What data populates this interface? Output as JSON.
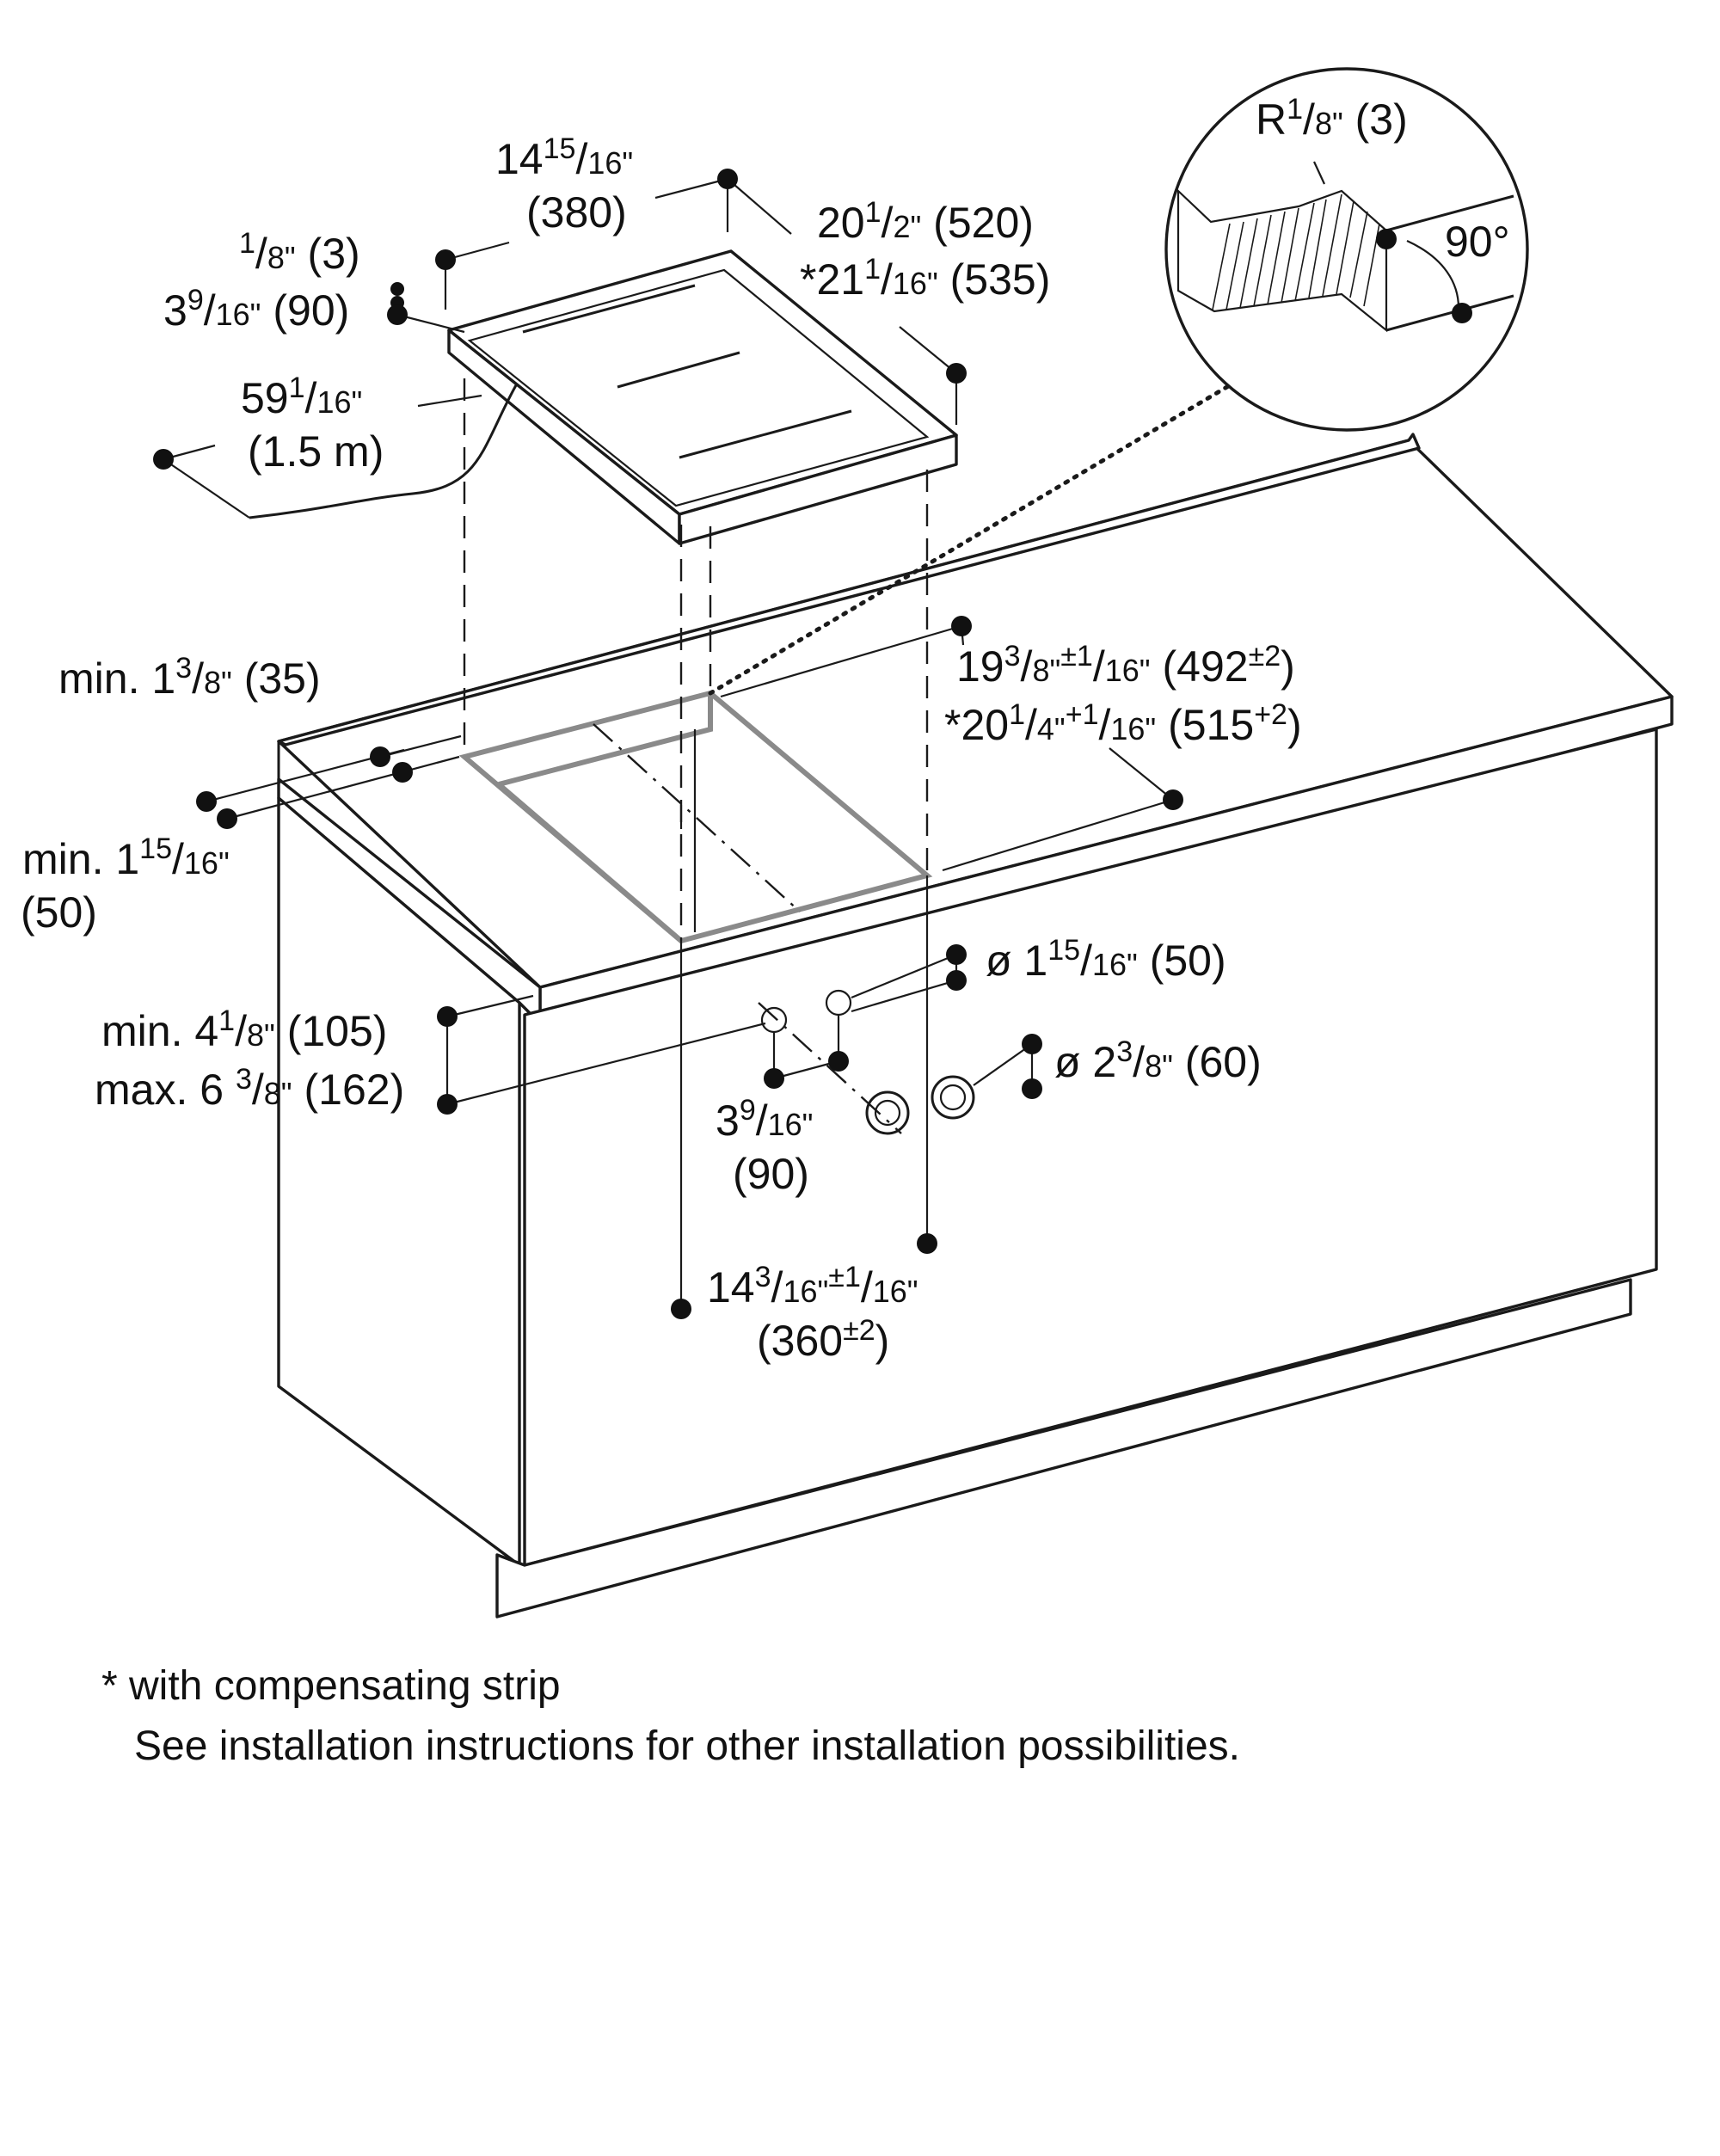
{
  "dimensions": {
    "width_top": {
      "whole": "14",
      "num": "15",
      "den": "16\"",
      "metric": "(380)"
    },
    "depth_top": {
      "whole": "20",
      "num": "1",
      "den": "2\"",
      "metric": "(520)"
    },
    "depth_top_strip": {
      "whole": "*21",
      "num": "1",
      "den": "16\"",
      "metric": "(535)"
    },
    "thickness_frame": {
      "num": "1",
      "den": "8\"",
      "metric": "(3)"
    },
    "height_appliance": {
      "whole": "3",
      "num": "9",
      "den": "16\"",
      "metric": "(90)"
    },
    "cable_length": {
      "whole": "59",
      "num": "1",
      "den": "16\"",
      "metric": "(1.5 m)"
    },
    "radius_detail": {
      "prefix": "R",
      "num": "1",
      "den": "8\"",
      "metric": "(3)"
    },
    "angle_detail": "90°",
    "min_back": {
      "prefix": "min. 1",
      "num": "3",
      "den": "8\"",
      "metric": "(35)"
    },
    "min_front": {
      "prefix": "min. 1",
      "num": "15",
      "den": "16\"",
      "metric": "(50)"
    },
    "cutout_depth": {
      "whole": "19",
      "num": "3",
      "den": "8\"",
      "tol": "±1",
      "tol_den": "16\"",
      "metric": "(492",
      "metric_tol": "±2",
      "metric_end": ")"
    },
    "cutout_depth_strip": {
      "whole": "*20",
      "num": "1",
      "den": "4\"",
      "tol": "+1",
      "tol_den": "16\"",
      "metric": "(515",
      "metric_tol": "+2",
      "metric_end": ")"
    },
    "hole_diameter_small": {
      "prefix": "ø 1",
      "num": "15",
      "den": "16\"",
      "metric": "(50)"
    },
    "hole_diameter_large": {
      "prefix": "ø 2",
      "num": "3",
      "den": "8\"",
      "metric": "(60)"
    },
    "counter_min": {
      "prefix": "min. 4",
      "num": "1",
      "den": "8\"",
      "metric": "(105)"
    },
    "counter_max": {
      "prefix": "max. 6 ",
      "num": "3",
      "den": "8\"",
      "metric": "(162)"
    },
    "hole_spacing": {
      "whole": "3",
      "num": "9",
      "den": "16\"",
      "metric": "(90)"
    },
    "cutout_width": {
      "whole": "14",
      "num": "3",
      "den": "16\"",
      "tol": "±1",
      "tol_den": "16\"",
      "metric": "(360",
      "metric_tol": "±2",
      "metric_end": ")"
    }
  },
  "notes": {
    "strip_note": "* with compensating strip",
    "install_note": "See installation instructions for other installation possibilities."
  }
}
